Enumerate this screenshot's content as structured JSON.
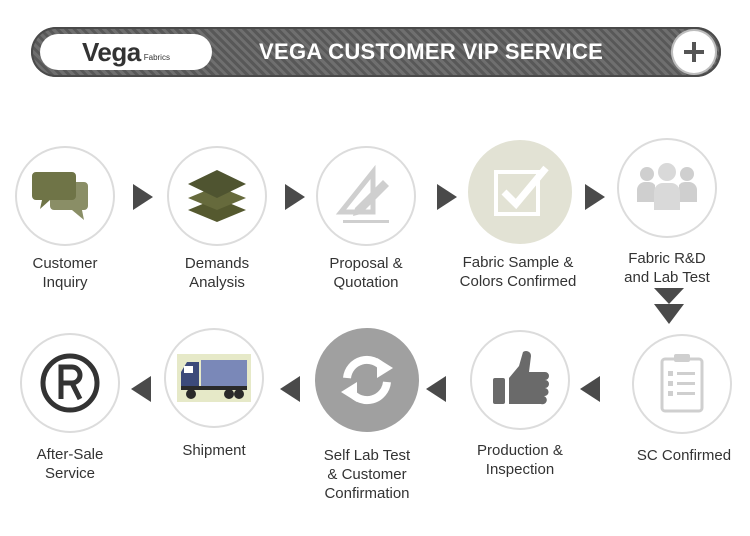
{
  "header": {
    "logo_main": "Vega",
    "logo_sub": "Fabrics",
    "title": "VEGA CUSTOMER VIP SERVICE",
    "plus_label": "+"
  },
  "steps": [
    {
      "label": "Customer\nInquiry",
      "icon": "chat-bubbles-icon"
    },
    {
      "label": "Demands\nAnalysis",
      "icon": "layers-icon"
    },
    {
      "label": "Proposal &\nQuotation",
      "icon": "drafting-pencil-icon"
    },
    {
      "label": "Fabric Sample &\nColors Confirmed",
      "icon": "checkbox-icon"
    },
    {
      "label": "Fabric R&D\nand Lab Test",
      "icon": "team-icon"
    },
    {
      "label": "SC Confirmed",
      "icon": "clipboard-checklist-icon"
    },
    {
      "label": "Production &\nInspection",
      "icon": "thumbs-up-icon"
    },
    {
      "label": "Self Lab Test\n& Customer\nConfirmation",
      "icon": "refresh-icon"
    },
    {
      "label": "Shipment",
      "icon": "truck-icon"
    },
    {
      "label": "After-Sale\nService",
      "icon": "registered-icon"
    }
  ],
  "colors": {
    "accent_olive": "#6f7447",
    "arrow": "#4a4a4a",
    "icon_light": "#cfcfcf"
  }
}
